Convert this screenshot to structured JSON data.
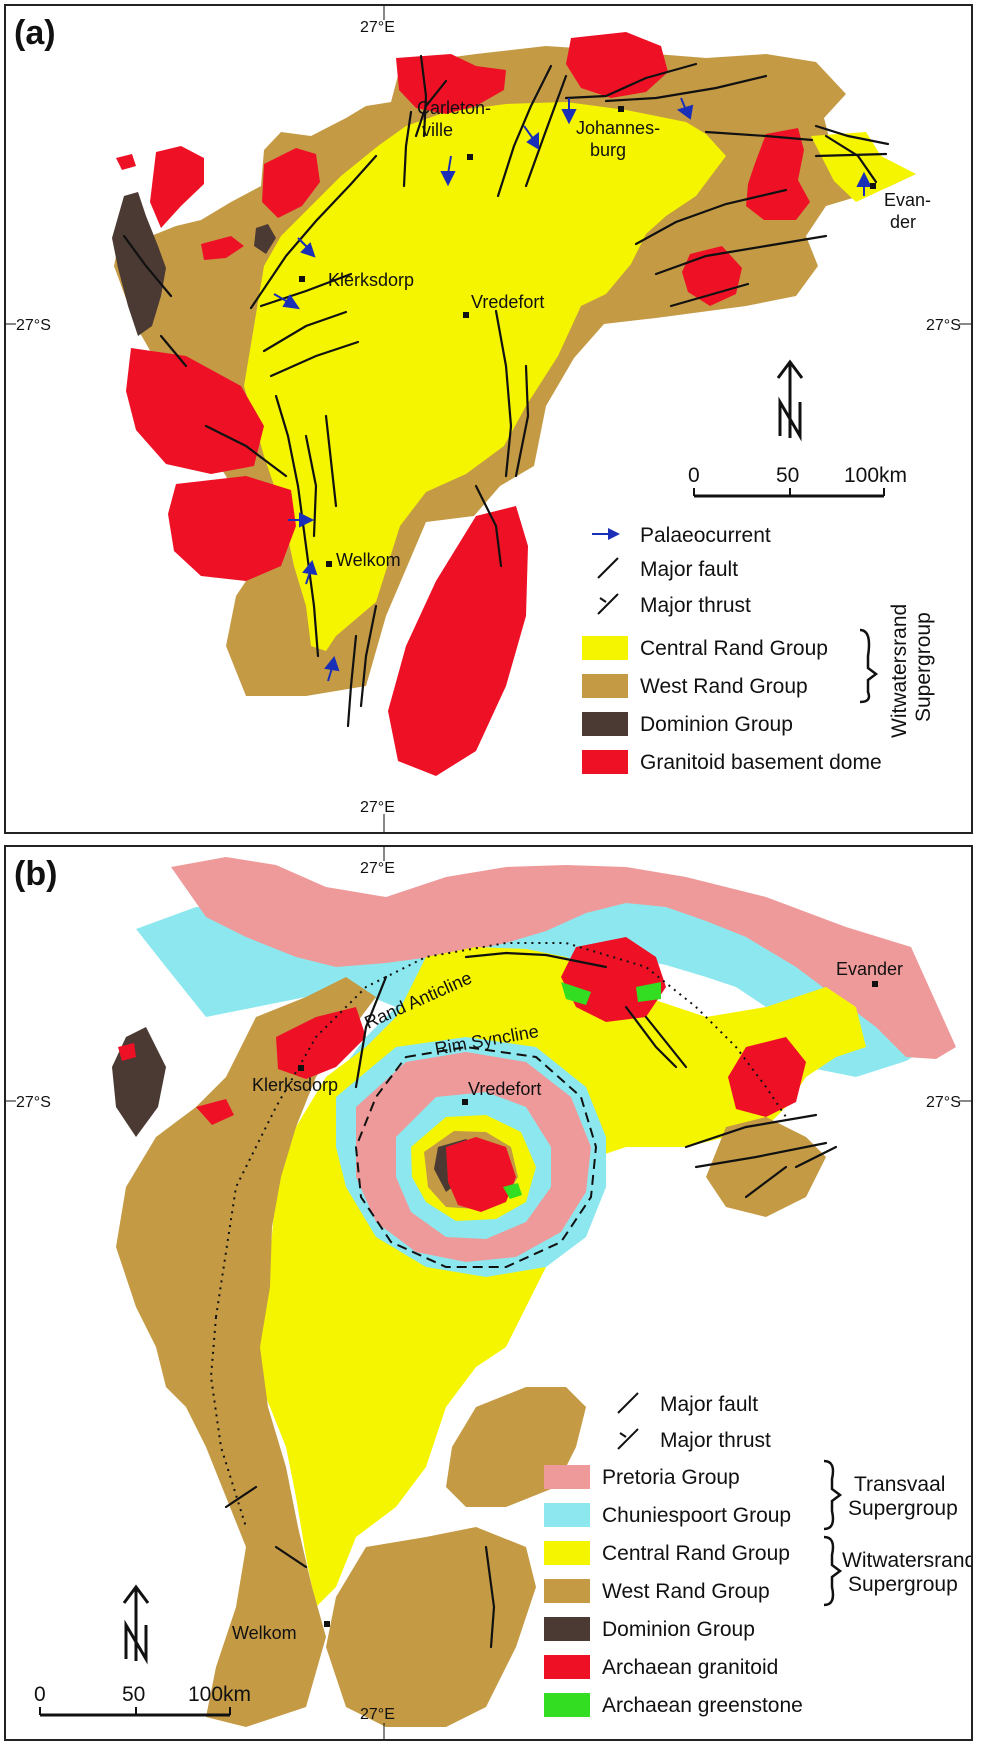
{
  "colors": {
    "central_rand": "#f5f500",
    "west_rand": "#c49a45",
    "dominion": "#4a3a33",
    "granitoid": "#ee1126",
    "pretoria": "#ef9a9a",
    "chuniespoort": "#8ce8ee",
    "greenstone": "#33dd22",
    "palaeocurrent": "#1a2fb8"
  },
  "panel_a": {
    "label": "(a)",
    "coords": {
      "top": "27°E",
      "bottom": "27°E",
      "left": "27°S",
      "right": "27°S"
    },
    "cities": {
      "carletonville": [
        "Carleton-",
        "ville"
      ],
      "johannesburg": [
        "Johannes-",
        "burg"
      ],
      "evander": [
        "Evan-",
        "der"
      ],
      "klerksdorp": "Klerksdorp",
      "vredefort": "Vredefort",
      "welkom": "Welkom"
    },
    "scale": {
      "ticks": [
        "0",
        "50",
        "100km"
      ]
    },
    "north_icon": "north-arrow-icon",
    "legend": {
      "palaeocurrent": "Palaeocurrent",
      "major_fault": "Major fault",
      "major_thrust": "Major thrust",
      "central_rand": "Central Rand Group",
      "west_rand": "West Rand Group",
      "dominion": "Dominion Group",
      "granitoid": "Granitoid basement dome",
      "bracket_label": [
        "Witwatersrand",
        "Supergroup"
      ]
    }
  },
  "panel_b": {
    "label": "(b)",
    "coords": {
      "top": "27°E",
      "bottom": "27°E",
      "left": "27°S",
      "right": "27°S"
    },
    "cities": {
      "evander": "Evander",
      "klerksdorp": "Klerksdorp",
      "vredefort": "Vredefort",
      "welkom": "Welkom"
    },
    "structures": {
      "rand_anticline": "Rand Anticline",
      "rim_syncline": "Rim Syncline"
    },
    "scale": {
      "ticks": [
        "0",
        "50",
        "100km"
      ]
    },
    "north_icon": "north-arrow-icon",
    "legend": {
      "major_fault": "Major fault",
      "major_thrust": "Major thrust",
      "pretoria": "Pretoria Group",
      "chuniespoort": "Chuniespoort Group",
      "transvaal_label": [
        "Transvaal",
        "Supergroup"
      ],
      "central_rand": "Central Rand Group",
      "west_rand": "West Rand Group",
      "witwatersrand_label": [
        "Witwatersrand",
        "Supergroup"
      ],
      "dominion": "Dominion Group",
      "granitoid": "Archaean granitoid",
      "greenstone": "Archaean greenstone"
    }
  }
}
